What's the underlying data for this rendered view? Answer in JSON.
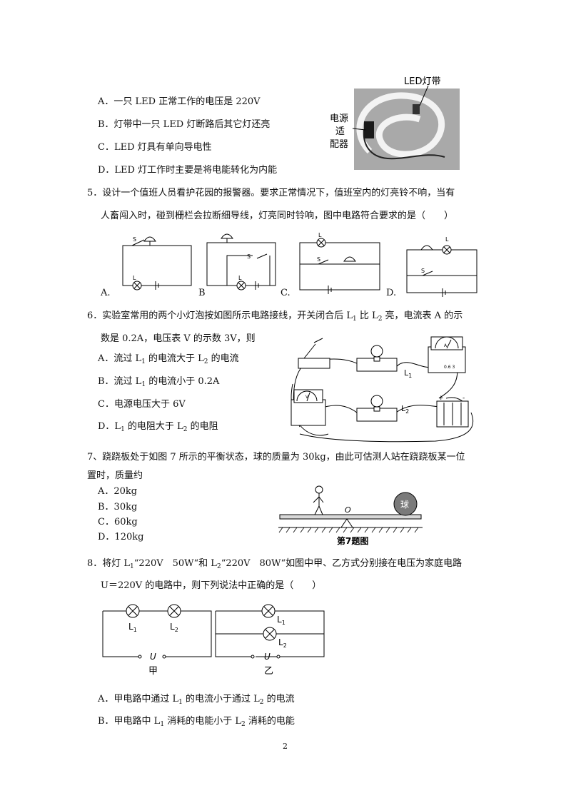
{
  "q4": {
    "options": [
      "A．一只 LED 正常工作的电压是 220V",
      "B．灯带中一只 LED 灯断路后其它灯还亮",
      "C．LED 灯具有单向导电性",
      "D．LED 灯工作时主要是将电能转化为内能"
    ],
    "photo": {
      "label_led": "LED灯带",
      "label_adapter": [
        "电源",
        "适",
        "配器"
      ]
    }
  },
  "q5": {
    "stem": [
      "5．设计一个值班人员看护花园的报警器。要求正常情况下，值班室内的灯亮铃不响，当有",
      "人畜闯入时，碰到栅栏会拉断细导线，灯亮同时铃响，图中电路符合要求的是（　　）"
    ],
    "circuit_labels": [
      "A.",
      "B",
      "C.",
      "D."
    ],
    "switch": "S",
    "lamp": "L"
  },
  "q6": {
    "stem_1_parts": [
      "6．实验室常用的两个小灯泡按如图所示电路接线，开关闭合后 L",
      "1",
      " 比 L",
      "2",
      " 亮，电流表 A 的示"
    ],
    "stem_2": "数是 0.2A，电压表 V 的示数 3V，则",
    "option_a": [
      "A．流过 L",
      "1",
      " 的电流大于 L",
      "2",
      " 的电流"
    ],
    "option_b": [
      "B．流过 L",
      "1",
      " 的电流小于 0.2A"
    ],
    "option_c": "C．电源电压大于 6V",
    "option_d": [
      "D．L",
      "1",
      " 的电阻大于 L",
      "2",
      " 的电阻"
    ],
    "fig": {
      "l1": [
        "L",
        "1"
      ],
      "l2": [
        "L",
        "2"
      ],
      "ammeter": "A",
      "voltmeter": "V",
      "plus": "+",
      "minus": "-",
      "scale": "0.6 3"
    }
  },
  "q7": {
    "stem": [
      "7、跷跷板处于如图 7 所示的平衡状态，球的质量为 30kg，由此可估测人站在跷跷板某一位",
      "置时，质量约"
    ],
    "options": [
      "A．20kg",
      "B．30kg",
      "C．60kg",
      "D．120kg"
    ],
    "fig": {
      "ball": "球",
      "pivot": "O",
      "caption": "第7题图"
    }
  },
  "q8": {
    "stem_1_parts": [
      "8．将灯 L",
      "1",
      "“220V　50W“和 L",
      "2",
      "“220V　80W“如图中甲、乙方式分别接在电压为家庭电路"
    ],
    "stem_2": "U＝220V 的电路中，则下列说法中正确的是（　　）",
    "fig_jia": {
      "l1": [
        "L",
        "1"
      ],
      "l2": [
        "L",
        "2"
      ],
      "u": "U",
      "name": "甲"
    },
    "fig_yi": {
      "l1": [
        "L",
        "1"
      ],
      "l2": [
        "L",
        "2"
      ],
      "u": "U",
      "name": "乙"
    },
    "option_a": [
      "A．甲电路中通过 L",
      "1",
      " 的电流小于通过 L",
      "2",
      " 的电流"
    ],
    "option_b": [
      "B．甲电路中 L",
      "1",
      " 消耗的电能小于 L",
      "2",
      " 消耗的电能"
    ]
  },
  "page_number": "2"
}
